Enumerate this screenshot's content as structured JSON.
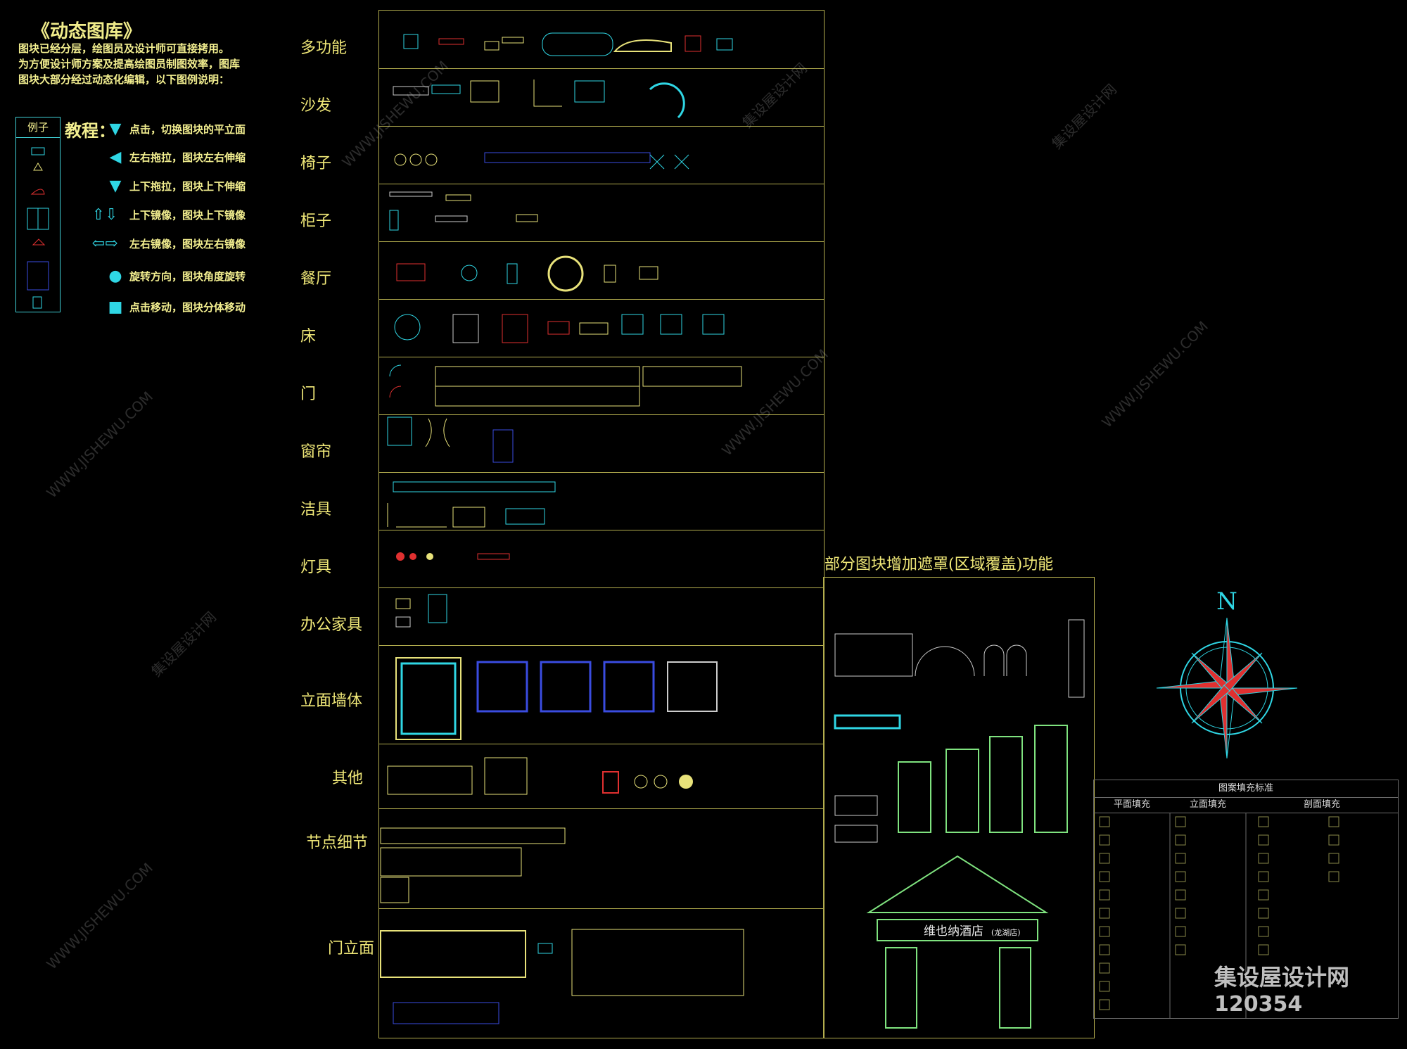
{
  "header": {
    "title": "《动态图库》",
    "intro": [
      "图块已经分层，绘图员及设计师可直接拷用。",
      "为方便设计师方案及提高绘图员制图效率，图库",
      "图块大部分经过动态化编辑，以下图例说明："
    ]
  },
  "legend": {
    "example_label": "例子",
    "tutorial_label": "教程："
  },
  "tutorial": [
    {
      "icon": "down-triangle-icon",
      "glyph": "▼",
      "text": "点击，切换图块的平立面"
    },
    {
      "icon": "left-triangle-icon",
      "glyph": "◀",
      "text": "左右拖拉，图块左右伸缩"
    },
    {
      "icon": "down-triangle-icon",
      "glyph": "▼",
      "text": "上下拖拉，图块上下伸缩"
    },
    {
      "icon": "up-down-arrows-icon",
      "glyph": "⇧⇩",
      "text": "上下镜像，图块上下镜像"
    },
    {
      "icon": "left-right-arrows-icon",
      "glyph": "⇦⇨",
      "text": "左右镜像，图块左右镜像"
    },
    {
      "icon": "circle-icon",
      "glyph": "●",
      "text": "旋转方向，图块角度旋转"
    },
    {
      "icon": "square-icon",
      "glyph": "■",
      "text": "点击移动，图块分体移动"
    }
  ],
  "categories": [
    "多功能",
    "沙发",
    "椅子",
    "柜子",
    "餐厅",
    "床",
    "门",
    "窗帘",
    "洁具",
    "灯具",
    "办公家具",
    "立面墙体",
    "其他",
    "节点细节",
    "门立面"
  ],
  "side": {
    "title": "部分图块增加遮罩(区域覆盖)功能",
    "hotel_sign": "维也纳酒店",
    "hotel_branch": "(龙湖店)",
    "compass_letter": "N"
  },
  "hatch_table": {
    "title": "图案填充标准",
    "columns": [
      "平面填充",
      "立面填充",
      "剖面填充"
    ]
  },
  "watermark": {
    "cn": "集设屋设计网",
    "url": "WWW.JISHEWU.COM"
  },
  "brand": {
    "name": "集设屋设计网",
    "id": "120354"
  },
  "colors": {
    "accent_yellow": "#f0e878",
    "cyan": "#2fd6e4",
    "panel_line": "#b3ad4e",
    "red": "#e03030",
    "blue": "#3a4ce0"
  }
}
